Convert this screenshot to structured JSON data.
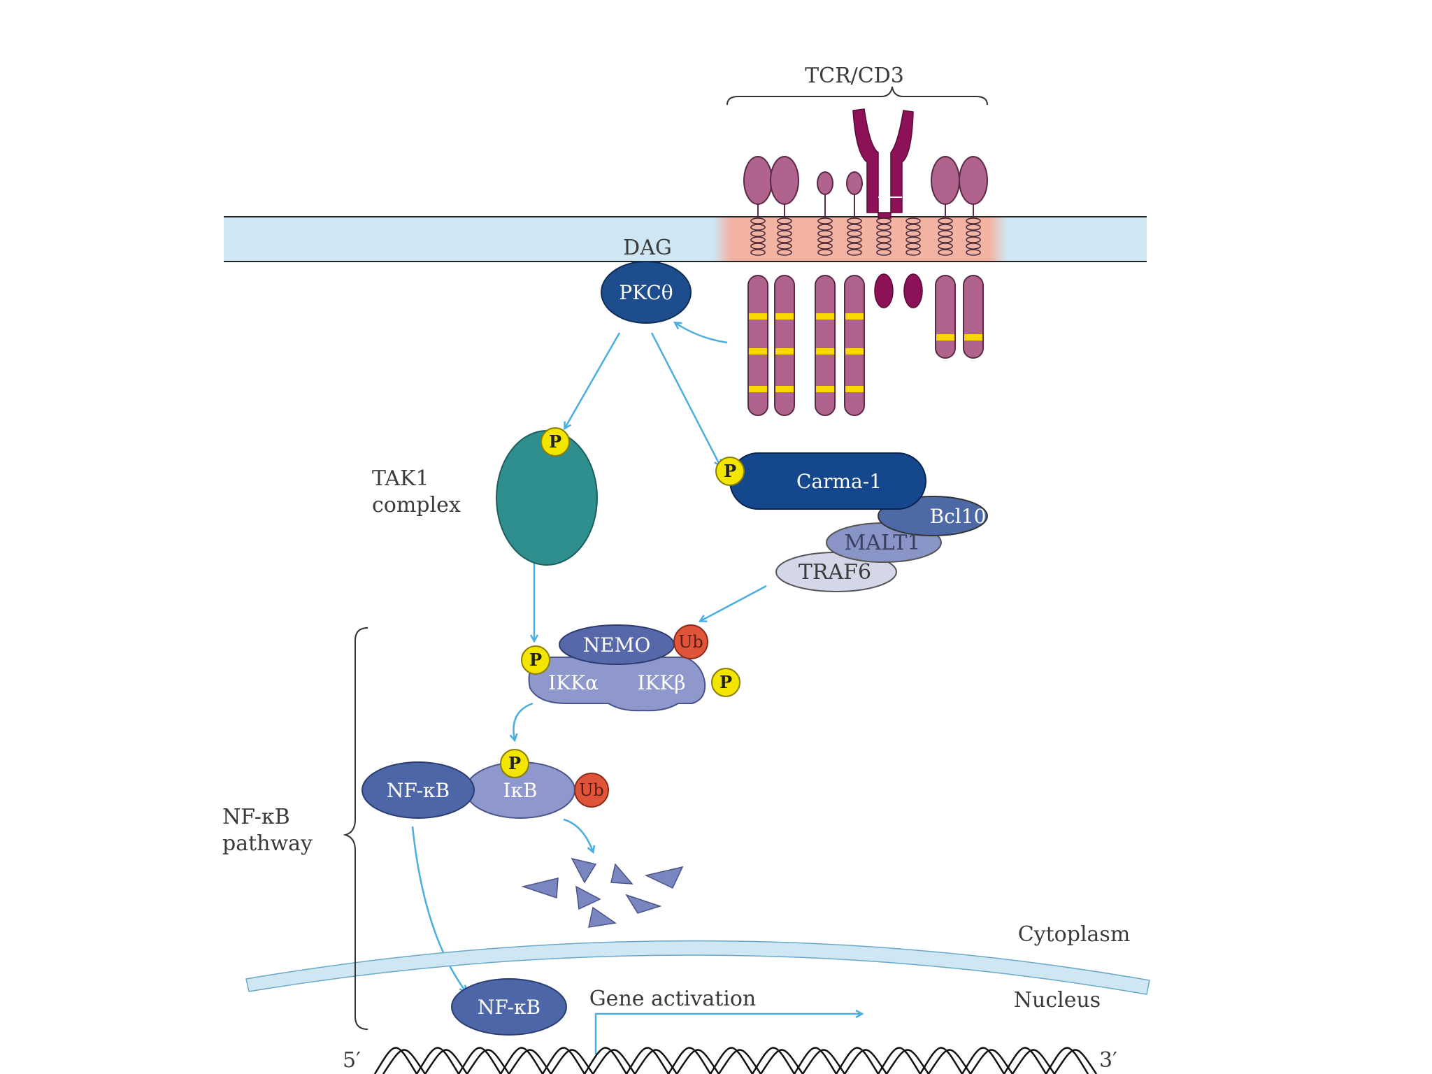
{
  "labels": {
    "tcr_cd3": "TCR/CD3",
    "dag": "DAG",
    "pkc": "PKCθ",
    "tak1_line1": "TAK1",
    "tak1_line2": "complex",
    "carma": "Carma-1",
    "bcl10": "Bcl10",
    "malt1": "MALT1",
    "traf6": "TRAF6",
    "nemo": "NEMO",
    "ikk_alpha": "IKKα",
    "ikk_beta": "IKKβ",
    "nfkb": "NF-κB",
    "ikb": "IκB",
    "ub": "Ub",
    "p": "P",
    "pathway_line1": "NF-κB",
    "pathway_line2": "pathway",
    "cytoplasm": "Cytoplasm",
    "nucleus": "Nucleus",
    "gene_activation": "Gene activation",
    "nfkb_nuclear": "NF-κB",
    "five_prime": "5′",
    "three_prime": "3′"
  },
  "colors": {
    "membrane": "#cfe6f3",
    "raft": "#f3b3a2",
    "receptor": "#b0638c",
    "tcr": "#8c1156",
    "itam": "#f7d800",
    "pkc": "#1d4d8c",
    "tak1": "#2f8f8f",
    "carma": "#15478c",
    "bcl10": "#4d6aa6",
    "malt1": "#8895c6",
    "traf6": "#d4d7e8",
    "ikk": "#8e98cc",
    "nemo": "#5668aa",
    "nfkb": "#4d66a8",
    "phospho": "#f2e600",
    "ubiquitin": "#e0553a",
    "arrow": "#4aaee0",
    "fragment": "#7a86c0"
  }
}
